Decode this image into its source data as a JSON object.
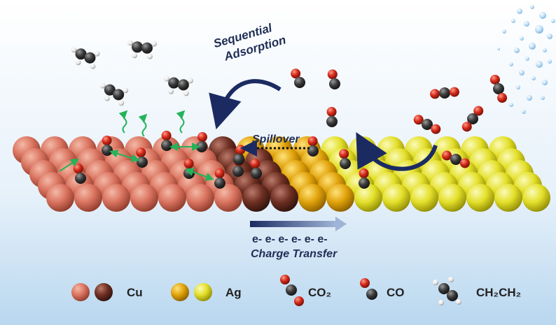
{
  "labels": {
    "sequential_line1": "Sequential",
    "sequential_line2": "Adsorption",
    "spillover": "Spillover",
    "electrons": "e- e- e-  e-  e-  e-",
    "charge_transfer": "Charge Transfer"
  },
  "legend": {
    "cu": "Cu",
    "ag": "Ag",
    "co2": "CO₂",
    "co": "CO",
    "ch2ch2": "CH₂CH₂"
  },
  "colors": {
    "cu_light": "#d9735f",
    "cu_dark": "#6e2f22",
    "ag_dark": "#e0a20a",
    "ag_light": "#e3df28",
    "oxygen": "#d42a1a",
    "carbon": "#3a3a3a",
    "hydrogen": "#f2f2f2",
    "arrow": "#1b2b62",
    "path_green": "#25b35a"
  }
}
